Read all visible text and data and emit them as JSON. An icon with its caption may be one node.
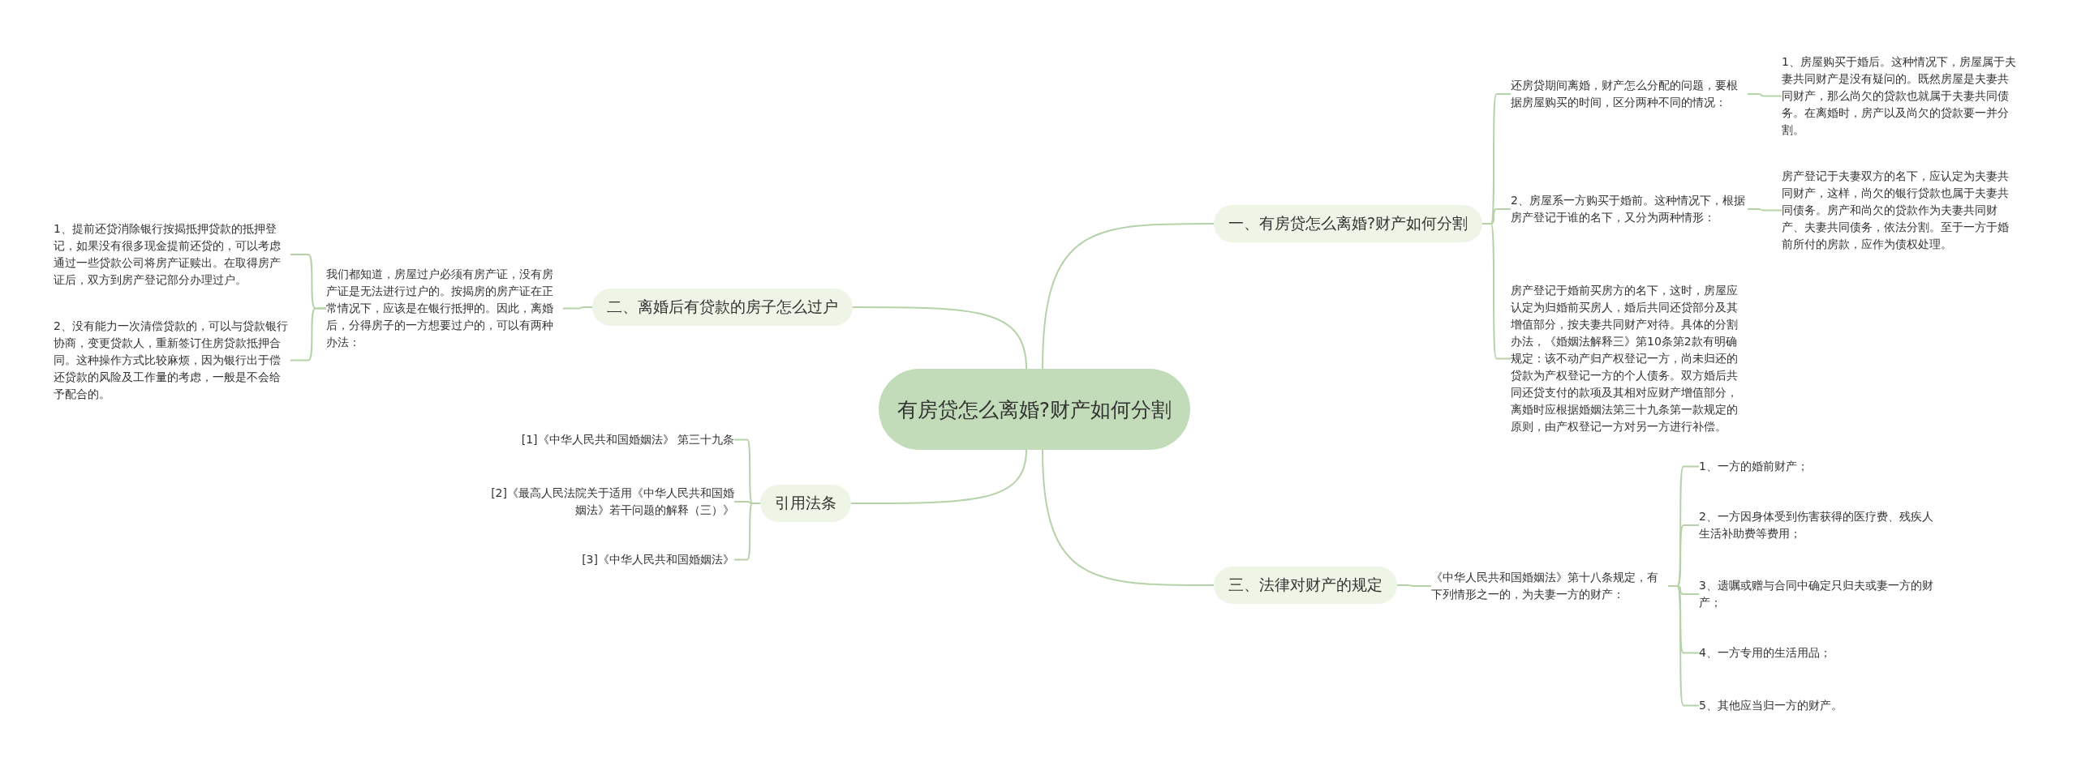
{
  "diagram": {
    "nodes": [
      {
        "text": [
          "有房贷怎么离婚?财产如何分割"
        ]
      },
      {
        "text": [
          "一、有房贷怎么离婚?财产如何分割"
        ]
      },
      {
        "text": [
          "还房贷期间离婚，财产怎么分配的问题，要根据房屋购买的时间，区分两种不同的情况："
        ]
      },
      {
        "text": [
          "1、房屋购买于婚后。这种情况下，房屋属于夫妻共同财产是没有疑问的。既然房屋是夫妻共同财产，那么尚欠的贷款也就属于夫妻共同债务。在离婚时，房产以及尚欠的贷款要一并分割。"
        ]
      },
      {
        "text": [
          "2、房屋系一方购买于婚前。这种情况下，根据房产登记于谁的名下，又分为两种情形："
        ]
      },
      {
        "text": [
          "房产登记于夫妻双方的名下，应认定为夫妻共同财产，这样，尚欠的银行贷款也属于夫妻共同债务。房产和尚欠的贷款作为夫妻共同财产、夫妻共同债务，依法分割。至于一方于婚前所付的房款，应作为债权处理。"
        ]
      },
      {
        "text": [
          "房产登记于婚前买房方的名下，这时，房屋应认定为归婚前买房人，婚后共同还贷部分及其增值部分，按夫妻共同财产对待。具体的分割办法，《婚姻法解释三》第10条第2款有明确规定：该不动产归产权登记一方，尚未归还的贷款为产权登记一方的个人债务。双方婚后共同还贷支付的款项及其相对应财产增值部分，离婚时应根据婚姻法第三十九条第一款规定的原则，由产权登记一方对另一方进行补偿。"
        ]
      },
      {
        "text": [
          "二、离婚后有贷款的房子怎么过户"
        ]
      },
      {
        "text": [
          "我们都知道，房屋过户必须有房产证，没有房产证是无法进行过户的。按揭房的房产证在正常情况下，应该是在银行抵押的。因此，离婚后，分得房子的一方想要过户的，可以有两种办法："
        ]
      },
      {
        "text": [
          "1、提前还贷消除银行按揭抵押贷款的抵押登记，如果没有很多现金提前还贷的，可以考虑通过一些贷款公司将房产证赎出。在取得房产证后，双方到房产登记部分办理过户。"
        ]
      },
      {
        "text": [
          "2、没有能力一次清偿贷款的，可以与贷款银行协商，变更贷款人，重新签订住房贷款抵押合同。这种操作方式比较麻烦，因为银行出于偿还贷款的风险及工作量的考虑，一般是不会给予配合的。"
        ]
      },
      {
        "text": [
          "引用法条"
        ]
      },
      {
        "text": [
          "[1]《中华人民共和国婚姻法》 第三十九条"
        ]
      },
      {
        "text": [
          "[2]《最高人民法院关于适用《中华人民共和国婚姻法》若干问题的解释（三）》"
        ]
      },
      {
        "text": [
          "[3]《中华人民共和国婚姻法》"
        ]
      },
      {
        "text": [
          "三、法律对财产的规定"
        ]
      },
      {
        "text": [
          "《中华人民共和国婚姻法》第十八条规定，有下列情形之一的，为夫妻一方的财产："
        ]
      },
      {
        "text": [
          "1、一方的婚前财产；"
        ]
      },
      {
        "text": [
          "2、一方因身体受到伤害获得的医疗费、残疾人生活补助费等费用；"
        ]
      },
      {
        "text": [
          "3、遗嘱或赠与合同中确定只归夫或妻一方的财产；"
        ]
      },
      {
        "text": [
          "4、一方专用的生活用品；"
        ]
      },
      {
        "text": [
          "5、其他应当归一方的财产。"
        ]
      }
    ],
    "edges": [
      {
        "from": 0,
        "to": 1,
        "arrow": "none"
      },
      {
        "from": 1,
        "to": 2,
        "arrow": "none"
      },
      {
        "from": 2,
        "to": 3,
        "arrow": "none"
      },
      {
        "from": 1,
        "to": 4,
        "arrow": "none"
      },
      {
        "from": 4,
        "to": 5,
        "arrow": "none"
      },
      {
        "from": 1,
        "to": 6,
        "arrow": "none"
      },
      {
        "from": 0,
        "to": 7,
        "arrow": "none"
      },
      {
        "from": 7,
        "to": 8,
        "arrow": "none"
      },
      {
        "from": 8,
        "to": 9,
        "arrow": "none"
      },
      {
        "from": 8,
        "to": 10,
        "arrow": "none"
      },
      {
        "from": 0,
        "to": 11,
        "arrow": "none"
      },
      {
        "from": 11,
        "to": 12,
        "arrow": "none"
      },
      {
        "from": 11,
        "to": 13,
        "arrow": "none"
      },
      {
        "from": 11,
        "to": 14,
        "arrow": "none"
      },
      {
        "from": 0,
        "to": 15,
        "arrow": "none"
      },
      {
        "from": 15,
        "to": 16,
        "arrow": "none"
      },
      {
        "from": 16,
        "to": 17,
        "arrow": "none"
      },
      {
        "from": 16,
        "to": 18,
        "arrow": "none"
      },
      {
        "from": 16,
        "to": 19,
        "arrow": "none"
      },
      {
        "from": 16,
        "to": 20,
        "arrow": "none"
      },
      {
        "from": 16,
        "to": 21,
        "arrow": "none"
      }
    ]
  }
}
